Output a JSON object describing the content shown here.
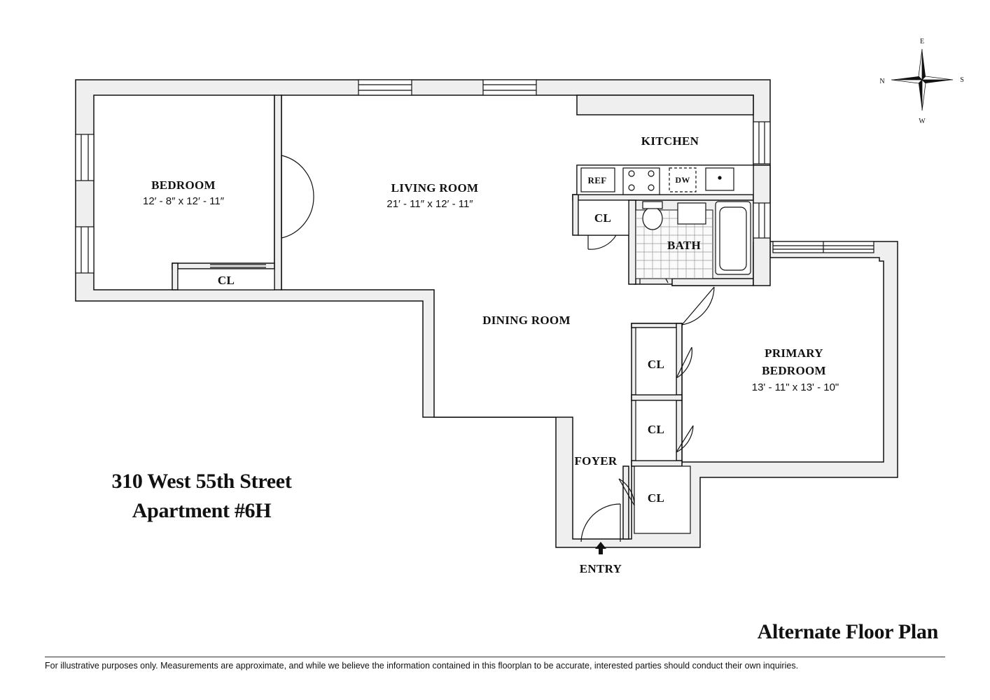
{
  "address": {
    "line1": "310 West 55th Street",
    "line2": "Apartment #6H"
  },
  "plan_title": "Alternate Floor Plan",
  "disclaimer": "For illustrative purposes only.  Measurements are approximate, and while we believe the information contained in this floorplan to be accurate, interested parties should conduct their own inquiries.",
  "compass": {
    "north": "N",
    "south": "S",
    "east": "E",
    "west": "W"
  },
  "rooms": {
    "bedroom": {
      "name": "BEDROOM",
      "dims": "12′ - 8″ x 12′ - 11″"
    },
    "living_room": {
      "name": "LIVING ROOM",
      "dims": "21′ - 11″ x 12′ - 11″"
    },
    "kitchen": {
      "name": "KITCHEN"
    },
    "dining_room": {
      "name": "DINING ROOM"
    },
    "bath": {
      "name": "BATH"
    },
    "primary_bedroom": {
      "name_line1": "PRIMARY",
      "name_line2": "BEDROOM",
      "dims": "13' - 11\" x 13' - 10\""
    },
    "foyer": {
      "name": "FOYER"
    },
    "entry": {
      "name": "ENTRY"
    }
  },
  "closets": {
    "bedroom": "CL",
    "hall": "CL",
    "primary_1": "CL",
    "primary_2": "CL",
    "foyer": "CL"
  },
  "appliances": {
    "refrigerator": "REF",
    "dishwasher": "DW"
  },
  "colors": {
    "wall_fill": "#efefef",
    "wall_stroke": "#111111",
    "floor": "#ffffff"
  }
}
